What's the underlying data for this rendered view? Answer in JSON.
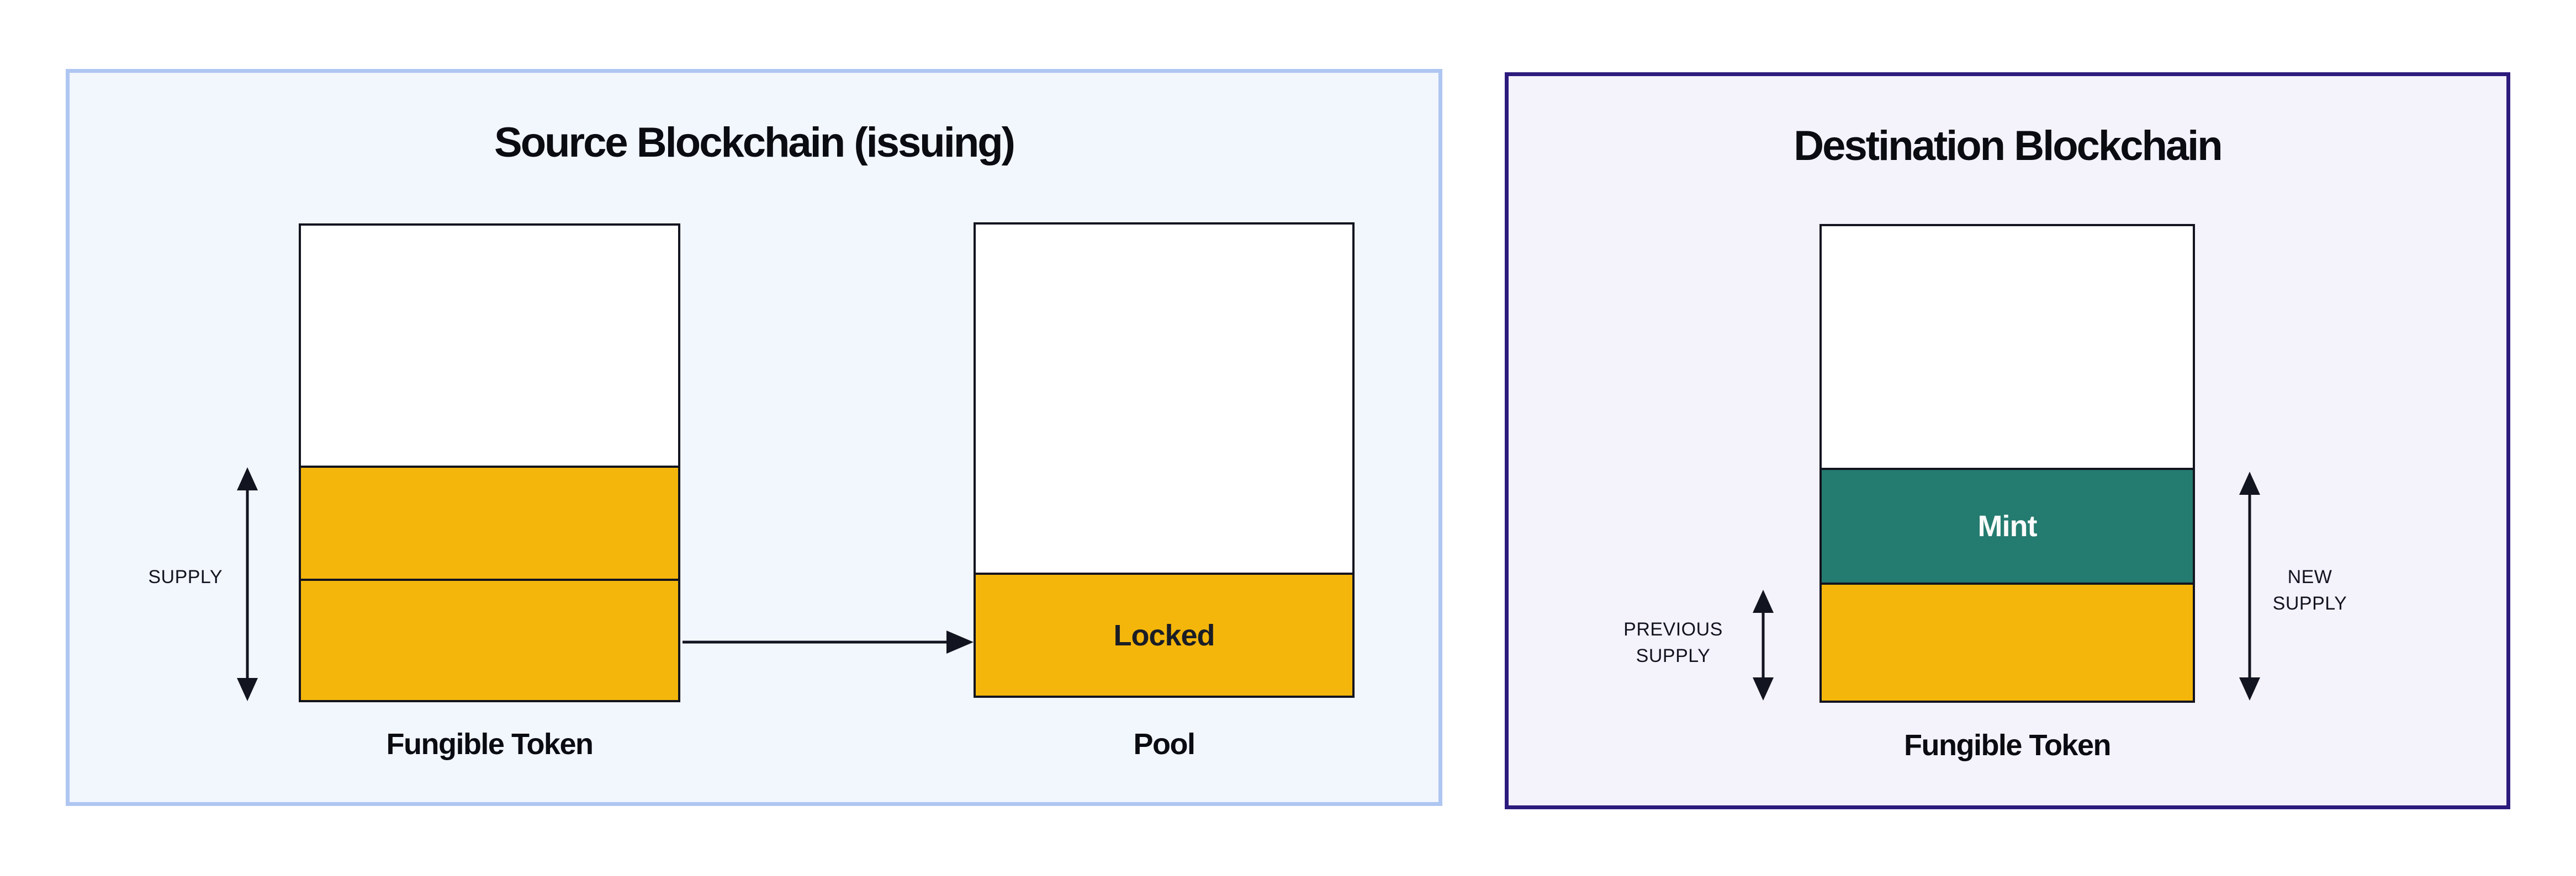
{
  "colors": {
    "page_background": "#FFFFFF",
    "source_panel_border": "#AEC6F1",
    "source_panel_background": "#F2F6FD",
    "destination_panel_border": "#2C1B7D",
    "destination_panel_background": "#F4F2FB",
    "token_yellow": "#F4B60B",
    "mint_teal": "#247B6F",
    "line_black": "#12141F"
  },
  "source_panel": {
    "title": "Source Blockchain (issuing)",
    "supply_label": "SUPPLY",
    "fungible_token_label": "Fungible Token",
    "locked_label": "Locked",
    "pool_label": "Pool"
  },
  "destination_panel": {
    "title": "Destination Blockchain",
    "previous_supply_lines": [
      "PREVIOUS",
      "SUPPLY"
    ],
    "new_supply_lines": [
      "NEW",
      "SUPPLY"
    ],
    "mint_label": "Mint",
    "fungible_token_label": "Fungible Token"
  }
}
